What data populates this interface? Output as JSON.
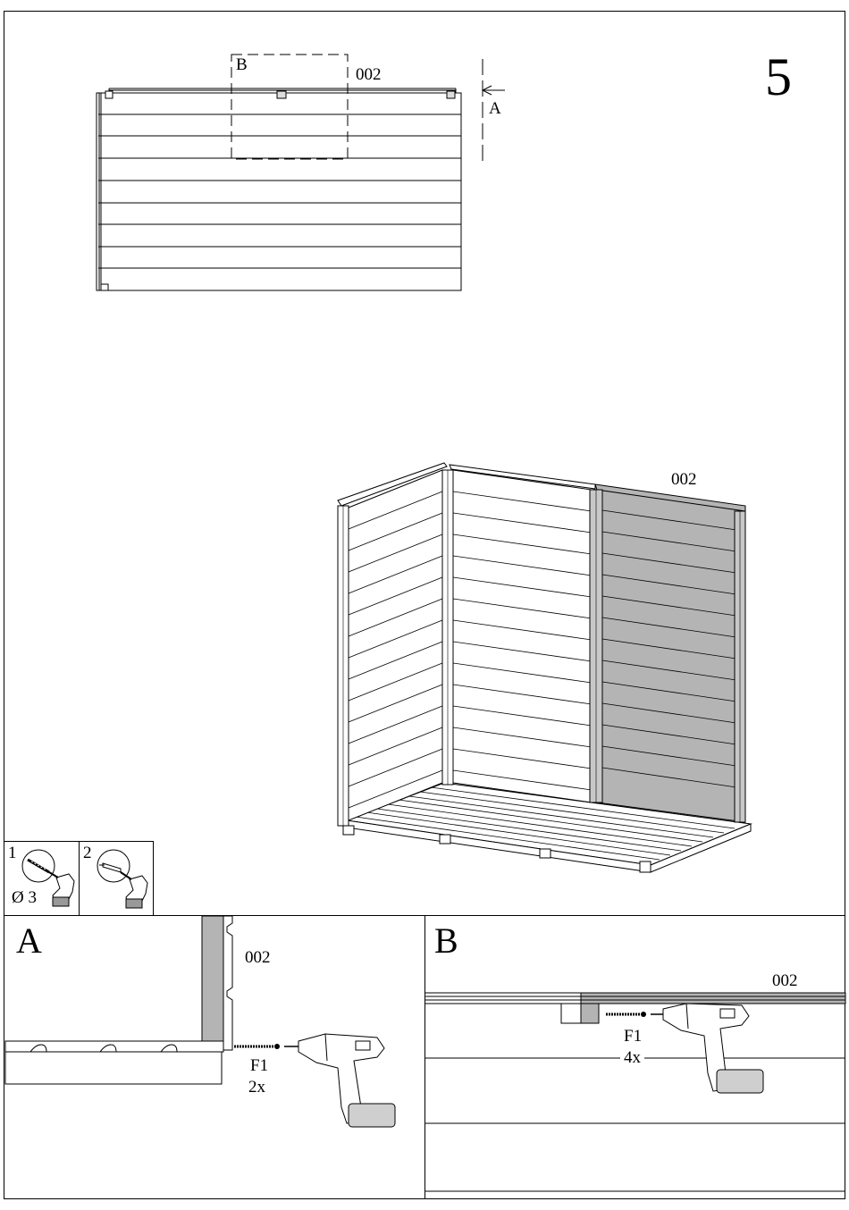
{
  "step_number": "5",
  "top_view": {
    "detail_b_label": "B",
    "part_label": "002",
    "section_a_label": "A"
  },
  "iso_view": {
    "part_label": "002",
    "highlight_color": "#b4b4b4"
  },
  "tools": [
    {
      "number": "1",
      "caption": "Ø 3",
      "icon": "drill-bit-icon"
    },
    {
      "number": "2",
      "caption": "",
      "icon": "screwdriver-bit-icon"
    }
  ],
  "detail_a": {
    "title": "A",
    "part_label": "002",
    "fastener": "F1",
    "quantity": "2x"
  },
  "detail_b": {
    "title": "B",
    "part_label": "002",
    "fastener": "F1",
    "quantity": "4x"
  }
}
